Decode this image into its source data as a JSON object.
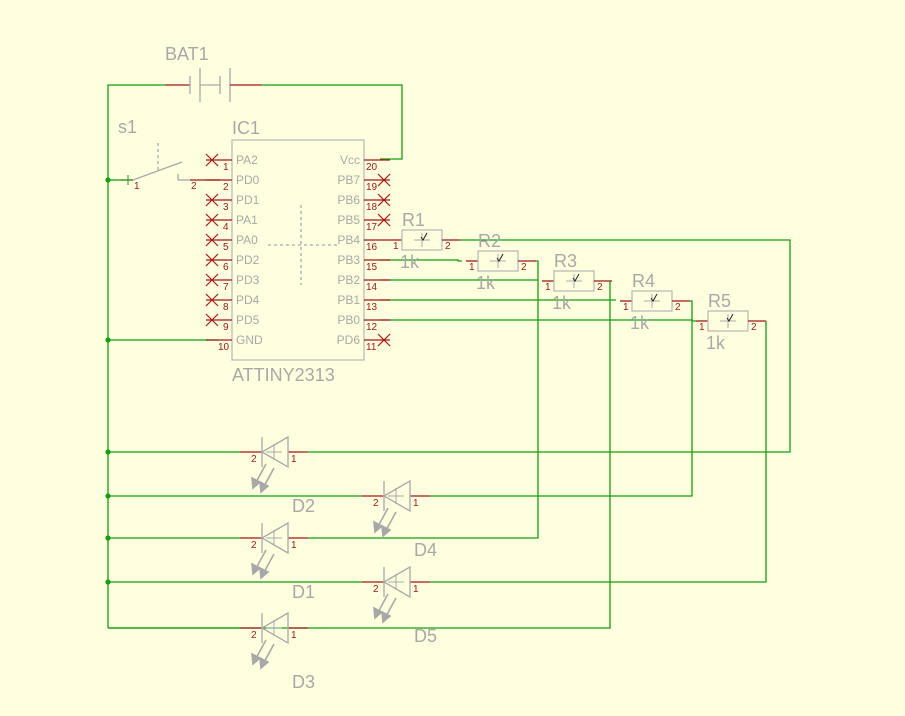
{
  "colors": {
    "background": "#ffffe0",
    "wire": "#10a010",
    "pin": "#a01818",
    "symbol": "#a8a8a8"
  },
  "battery": {
    "label": "BAT1"
  },
  "switch": {
    "label": "s1",
    "pin1": "1",
    "pin2": "2"
  },
  "ic": {
    "ref": "IC1",
    "part": "ATTINY2313",
    "left_pins": [
      {
        "name": "PA2",
        "num": "1"
      },
      {
        "name": "PD0",
        "num": "2"
      },
      {
        "name": "PD1",
        "num": "3"
      },
      {
        "name": "PA1",
        "num": "4"
      },
      {
        "name": "PA0",
        "num": "5"
      },
      {
        "name": "PD2",
        "num": "6"
      },
      {
        "name": "PD3",
        "num": "7"
      },
      {
        "name": "PD4",
        "num": "8"
      },
      {
        "name": "PD5",
        "num": "9"
      },
      {
        "name": "GND",
        "num": "10"
      }
    ],
    "right_pins": [
      {
        "name": "Vcc",
        "num": "20"
      },
      {
        "name": "PB7",
        "num": "19"
      },
      {
        "name": "PB6",
        "num": "18"
      },
      {
        "name": "PB5",
        "num": "17"
      },
      {
        "name": "PB4",
        "num": "16"
      },
      {
        "name": "PB3",
        "num": "15"
      },
      {
        "name": "PB2",
        "num": "14"
      },
      {
        "name": "PB1",
        "num": "13"
      },
      {
        "name": "PB0",
        "num": "12"
      },
      {
        "name": "PD6",
        "num": "11"
      }
    ]
  },
  "resistors": [
    {
      "ref": "R1",
      "value": "1k",
      "pin1": "1",
      "pin2": "2"
    },
    {
      "ref": "R2",
      "value": "1k",
      "pin1": "1",
      "pin2": "2"
    },
    {
      "ref": "R3",
      "value": "1k",
      "pin1": "1",
      "pin2": "2"
    },
    {
      "ref": "R4",
      "value": "1k",
      "pin1": "1",
      "pin2": "2"
    },
    {
      "ref": "R5",
      "value": "1k",
      "pin1": "1",
      "pin2": "2"
    }
  ],
  "leds": [
    {
      "ref": "D2",
      "pin_a": "2",
      "pin_k": "1"
    },
    {
      "ref": "D4",
      "pin_a": "2",
      "pin_k": "1"
    },
    {
      "ref": "D1",
      "pin_a": "2",
      "pin_k": "1"
    },
    {
      "ref": "D5",
      "pin_a": "2",
      "pin_k": "1"
    },
    {
      "ref": "D3",
      "pin_a": "2",
      "pin_k": "1"
    }
  ]
}
